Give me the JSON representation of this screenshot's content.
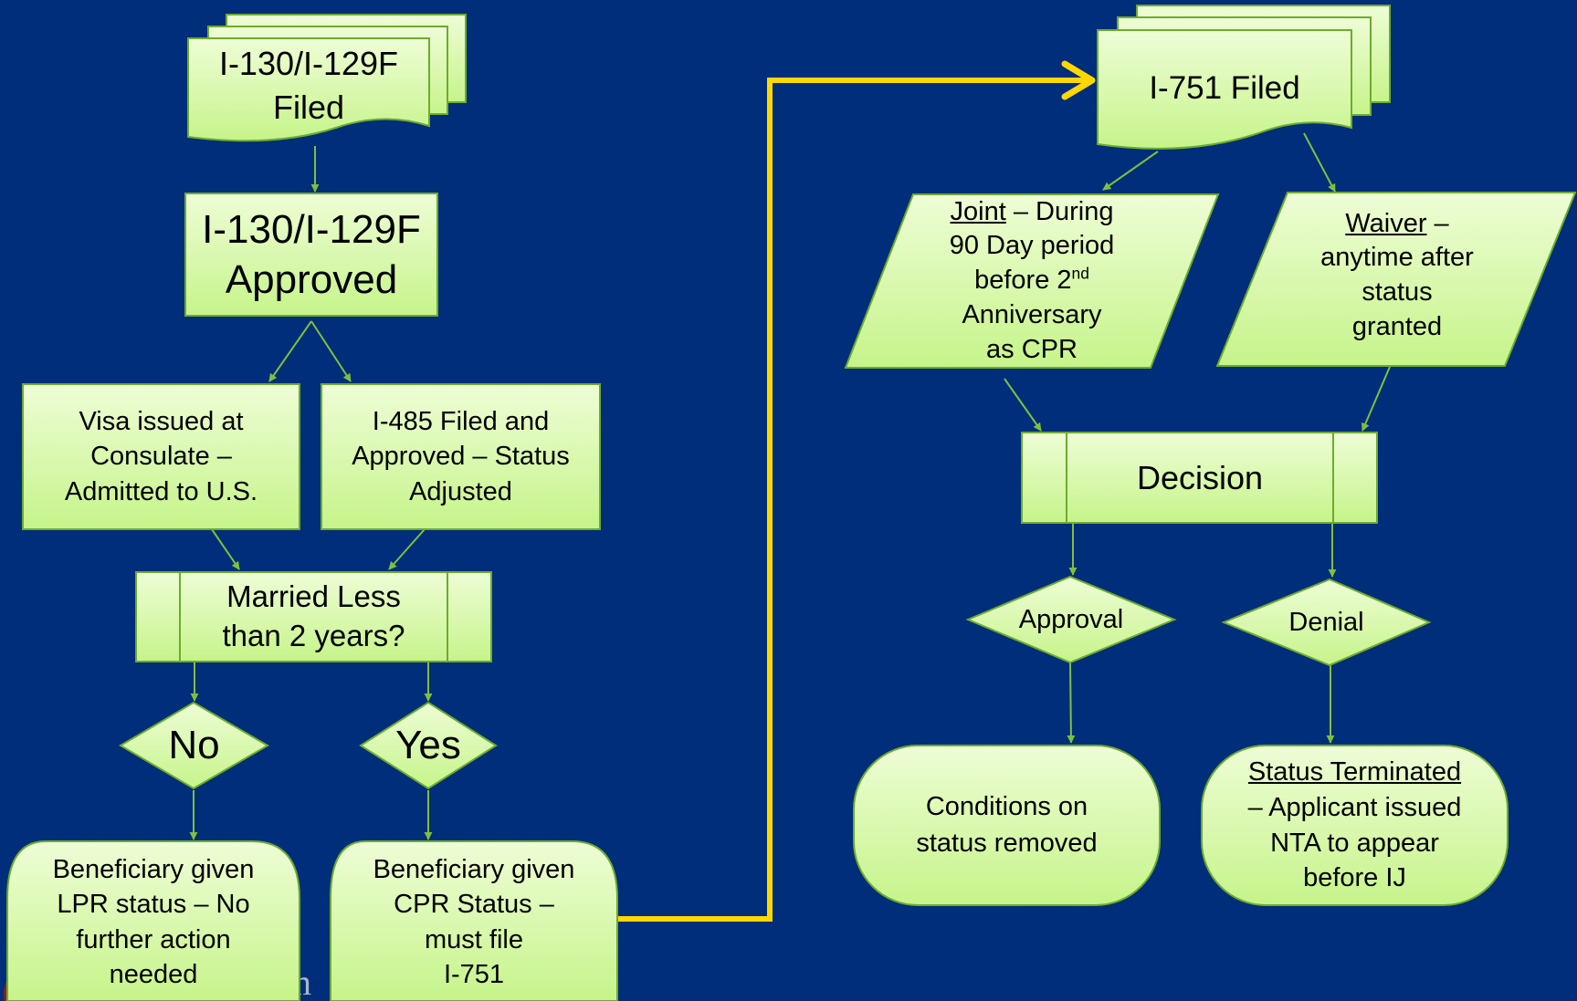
{
  "colors": {
    "background": "#002e7a",
    "box_fill": "#d7fb9d",
    "box_fill_light": "#eefdd6",
    "box_stroke": "#6eab2e",
    "arrow": "#7ec03c",
    "highlight_arrow": "#ffd800"
  },
  "nodes": {
    "i130_filed": {
      "line1": "I-130/I-129F",
      "line2": "Filed"
    },
    "i130_approved": {
      "line1": "I-130/I-129F",
      "line2": "Approved"
    },
    "visa": {
      "line1": "Visa issued at",
      "line2": "Consulate –",
      "line3": "Admitted to U.S."
    },
    "i485": {
      "line1": "I-485 Filed and",
      "line2": "Approved – Status",
      "line3": "Adjusted"
    },
    "married": {
      "line1": "Married Less",
      "line2": "than 2 years?"
    },
    "no": {
      "label": "No"
    },
    "yes": {
      "label": "Yes"
    },
    "lpr": {
      "line1": "Beneficiary given",
      "line2": "LPR status – No",
      "line3": "further action",
      "line4": "needed"
    },
    "cpr": {
      "line1": "Beneficiary given",
      "line2": "CPR Status –",
      "line3": "must file",
      "line4": "I-751"
    },
    "i751_filed": {
      "label": "I-751 Filed"
    },
    "joint": {
      "keyword": "Joint",
      "line1_rest": " – During",
      "line2": "90 Day period",
      "line3_prefix": "before 2",
      "line3_sup": "nd",
      "line4": "Anniversary",
      "line5": "as CPR"
    },
    "waiver": {
      "keyword": "Waiver",
      "line1_rest": " –",
      "line2": "anytime after",
      "line3": "status",
      "line4": "granted"
    },
    "decision": {
      "label": "Decision"
    },
    "approval": {
      "label": "Approval"
    },
    "denial": {
      "label": "Denial"
    },
    "conditions_removed": {
      "line1": "Conditions on",
      "line2": "status removed"
    },
    "terminated": {
      "keyword": "Status Terminated",
      "line2": "– Applicant issued",
      "line3": "NTA to appear",
      "line4": "before IJ"
    }
  },
  "icons": {
    "agency_seal": "seal-icon"
  }
}
